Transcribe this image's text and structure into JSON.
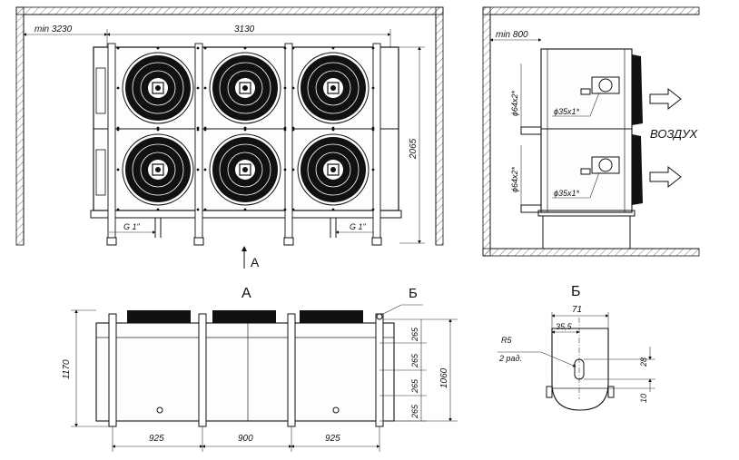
{
  "front_view": {
    "min_clearance_left": "min 3230",
    "overall_width": "3130",
    "overall_height": "2065",
    "connection_left": "G 1\"",
    "connection_right": "G 1\""
  },
  "view_arrow": {
    "label": "A"
  },
  "side_view": {
    "min_clearance": "min 800",
    "pipe_upper_outer": "ϕ64x2*",
    "pipe_upper_inner": "ϕ35x1*",
    "pipe_lower_outer": "ϕ64x2*",
    "pipe_lower_inner": "ϕ35x1*",
    "airflow_label": "ВОЗДУХ"
  },
  "view_a": {
    "title": "A",
    "detail_ref": "Б",
    "total_height": "1170",
    "bracket_height": "1060",
    "spacing_1": "265",
    "spacing_2": "265",
    "spacing_3": "265",
    "spacing_4": "265",
    "width_1": "925",
    "width_2": "900",
    "width_3": "925"
  },
  "detail_b": {
    "title": "Б",
    "width": "71",
    "hole_offset": "35,5",
    "radius_label": "R5",
    "radius_note": "2 рад.",
    "slot_height": "28",
    "slot_offset": "10"
  }
}
